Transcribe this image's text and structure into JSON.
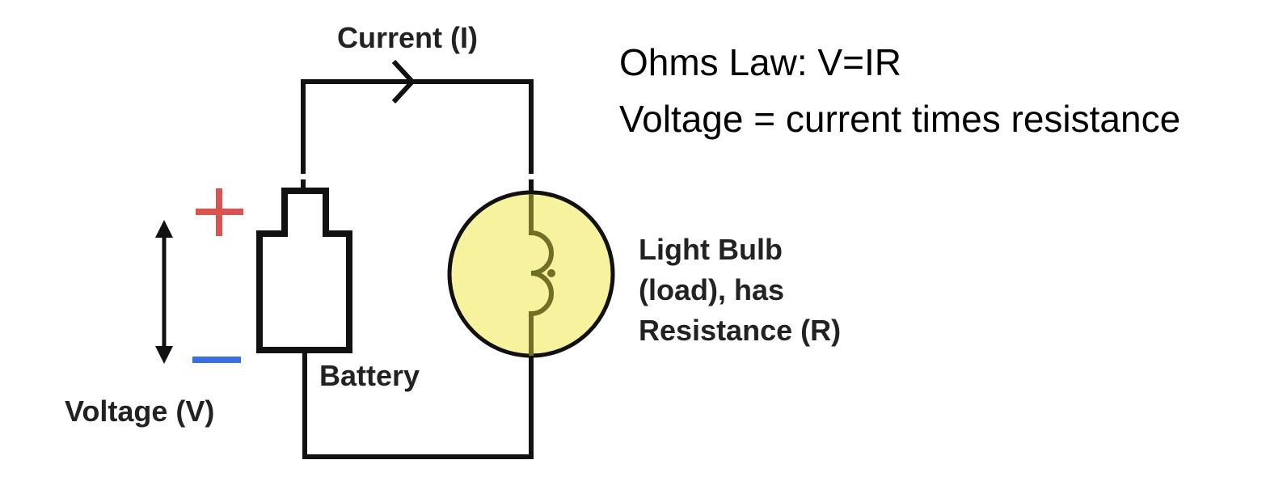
{
  "labels": {
    "current": "Current (I)",
    "voltage": "Voltage (V)",
    "battery": "Battery",
    "bulb_line1": "Light Bulb",
    "bulb_line2": "(load), has",
    "bulb_line3": "Resistance (R)"
  },
  "formula": {
    "line1": "Ohms Law: V=IR",
    "line2": "Voltage = current times resistance"
  },
  "colors": {
    "wire": "#111111",
    "plus": "#d9534f",
    "minus": "#3a6fe0",
    "bulb_fill": "#f7f29e",
    "filament": "#6f6f25"
  }
}
